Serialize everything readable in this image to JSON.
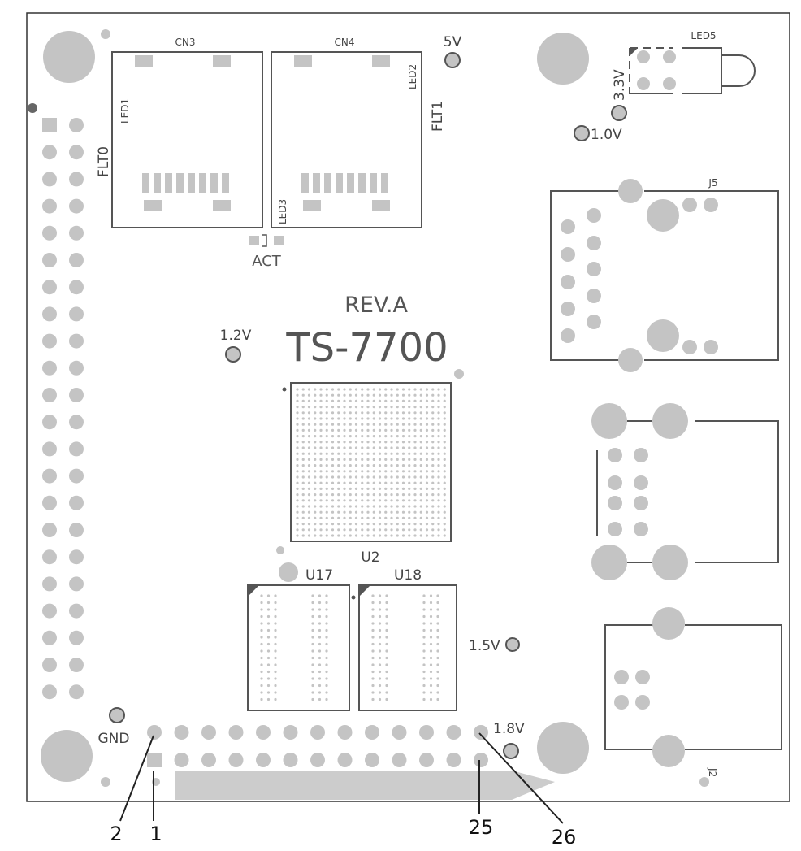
{
  "title": "TS-7700",
  "revision": "REV.A",
  "colors": {
    "outline": "#333333",
    "silk": "#555555",
    "pad": "#c4c4c4",
    "padDark": "#9a9a9a",
    "bg": "#ffffff"
  },
  "labels": {
    "cn3": "CN3",
    "cn4": "CN4",
    "led1": "LED1",
    "led2": "LED2",
    "led3": "LED3",
    "led5": "LED5",
    "flt0": "FLT0",
    "flt1": "FLT1",
    "act": "ACT",
    "j5": "J5",
    "j2": "J2",
    "u2": "U2",
    "u17": "U17",
    "u18": "U18"
  },
  "test_points": {
    "v5": "5V",
    "v33": "3.3V",
    "v10": "1.0V",
    "v12": "1.2V",
    "v15": "1.5V",
    "v18": "1.8V",
    "gnd": "GND"
  },
  "pin_callouts": {
    "p1": "1",
    "p2": "2",
    "p25": "25",
    "p26": "26"
  }
}
